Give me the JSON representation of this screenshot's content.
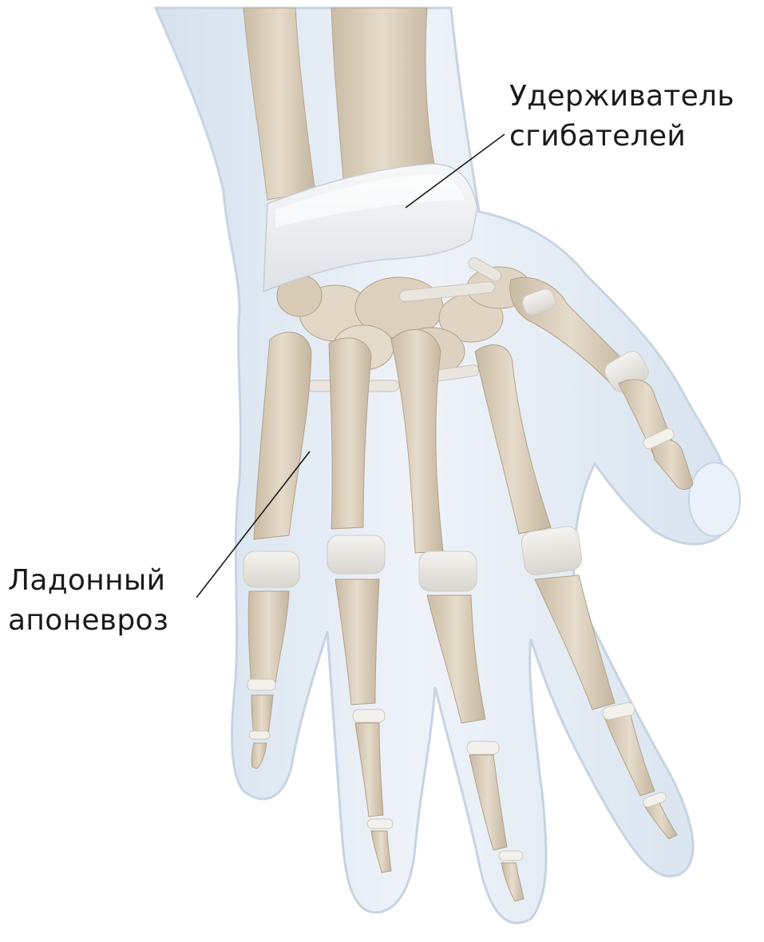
{
  "labels": {
    "flexor_retinaculum": {
      "line1": "Удерживатель",
      "line2": "сгибателей"
    },
    "palmar_aponeurosis": {
      "line1": "Ладонный",
      "line2": "апоневроз"
    }
  },
  "colors": {
    "background": "#ffffff",
    "skin_fill": "#e4edf6",
    "skin_outline": "#c3d2e2",
    "bone": "#ddd2c0",
    "bone_shadow": "#bfae95",
    "cartilage": "#f1efea",
    "retinaculum_band": "#eff1f3",
    "leader_line": "#1a1a1a",
    "text": "#1a1a1a"
  }
}
